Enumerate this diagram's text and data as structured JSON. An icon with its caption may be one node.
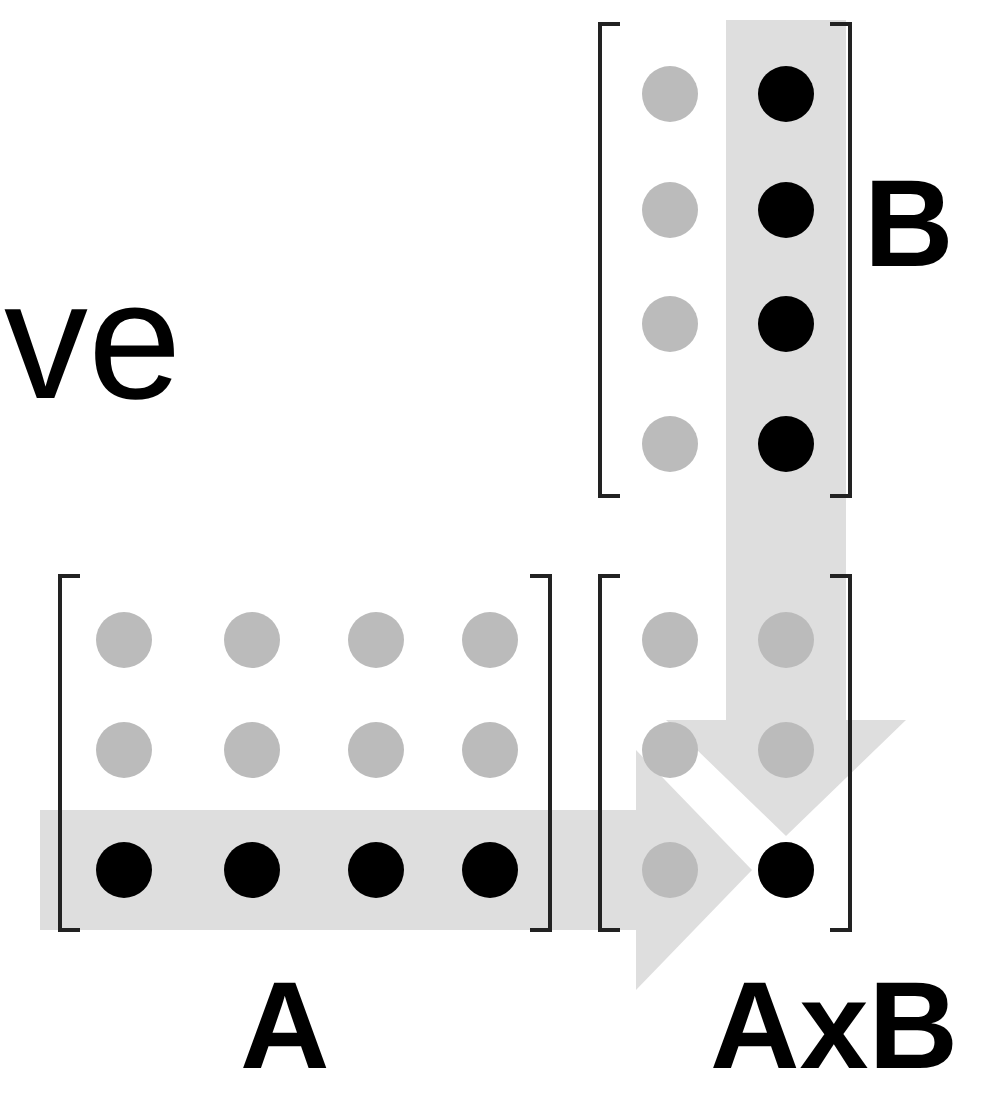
{
  "diagram": {
    "nodes": [
      {
        "text": [
          "B"
        ]
      },
      {
        "text": [
          "A"
        ]
      },
      {
        "text": [
          "AxB"
        ]
      },
      {
        "text": [],
        "shape": "circle",
        "in": 2
      }
    ],
    "edges": [
      {
        "from": 1,
        "to": 3,
        "arrow": "to",
        "style": "thick"
      },
      {
        "from": 0,
        "to": 3,
        "arrow": "to",
        "style": "thick"
      }
    ],
    "labels": [
      "ve"
    ]
  }
}
